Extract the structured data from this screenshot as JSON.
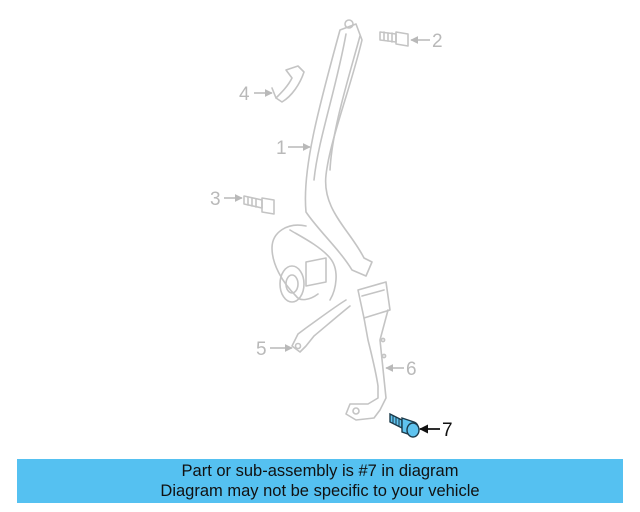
{
  "callouts": [
    {
      "id": "1",
      "label": "1"
    },
    {
      "id": "2",
      "label": "2"
    },
    {
      "id": "3",
      "label": "3"
    },
    {
      "id": "4",
      "label": "4"
    },
    {
      "id": "5",
      "label": "5"
    },
    {
      "id": "6",
      "label": "6"
    },
    {
      "id": "7",
      "label": "7"
    }
  ],
  "highlighted_part": "7",
  "colors": {
    "highlight_fill": "#5fc3ef",
    "banner": "#55c1f1",
    "part_stroke": "#c4c4c4"
  },
  "banner": {
    "line1": "Part or sub-assembly is #7 in diagram",
    "line2": "Diagram may not be specific to your vehicle"
  }
}
